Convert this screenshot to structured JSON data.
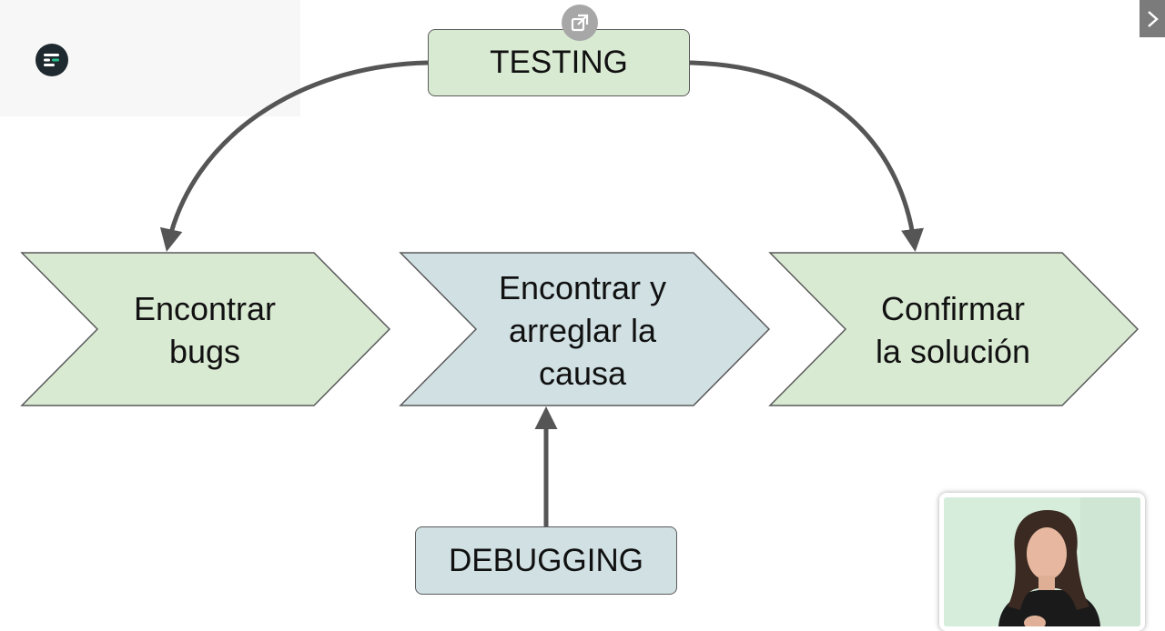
{
  "diagram": {
    "testing_label": "TESTING",
    "debugging_label": "DEBUGGING",
    "steps": [
      {
        "lines": [
          "Encontrar",
          "bugs"
        ],
        "fill": "#d9ead3"
      },
      {
        "lines": [
          "Encontrar y",
          "arreglar la",
          "causa"
        ],
        "fill": "#d0e0e3"
      },
      {
        "lines": [
          "Confirmar",
          "la solución"
        ],
        "fill": "#d9ead3"
      }
    ]
  },
  "colors": {
    "green_fill": "#d9ead3",
    "blue_fill": "#d0e0e3",
    "arrow": "#555555",
    "outline": "#5a5a5a"
  },
  "icons": {
    "logo": "app-logo-icon",
    "popout": "popout-icon",
    "close": "close-icon"
  }
}
